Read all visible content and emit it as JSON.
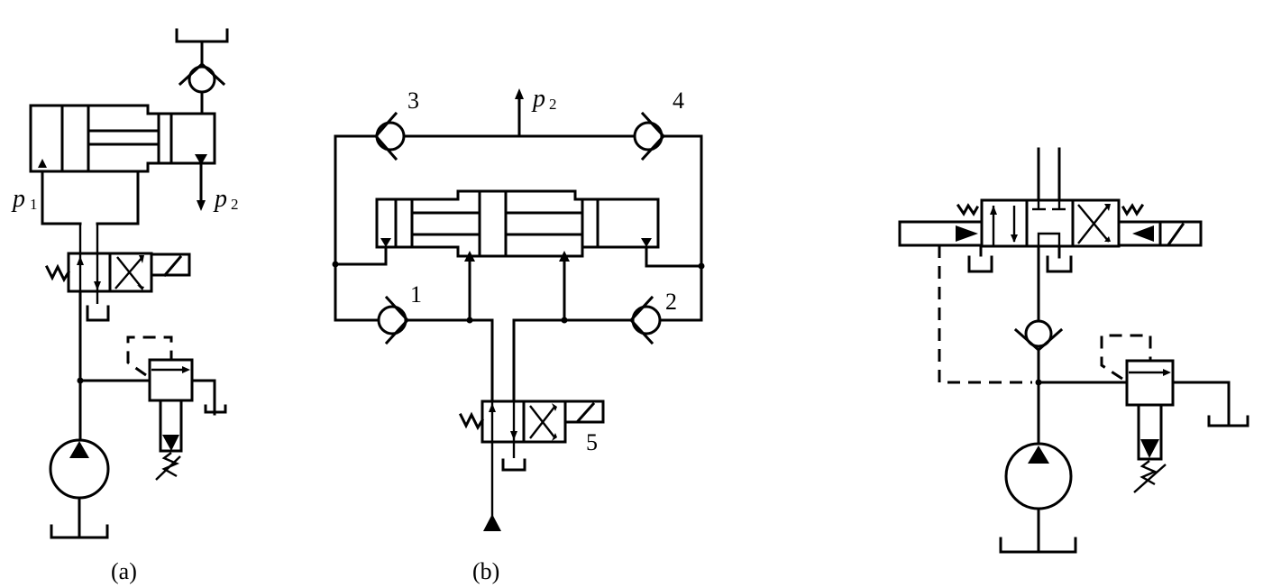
{
  "figure": {
    "panels": [
      {
        "id": "a",
        "caption": "(a)",
        "labels": {
          "p1_main": "p",
          "p1_sub": "1",
          "p2_main": "p",
          "p2_sub": "2"
        },
        "components": [
          "tank",
          "check-valve",
          "intensifier-cylinder",
          "directional-valve-4-2",
          "relief-valve",
          "pump",
          "tank"
        ]
      },
      {
        "id": "b",
        "caption": "(b)",
        "labels": {
          "p2_main": "p",
          "p2_sub": "2",
          "valve_1": "1",
          "valve_2": "2",
          "valve_3": "3",
          "valve_4": "4",
          "valve_5": "5"
        },
        "components": [
          "check-valve-1",
          "check-valve-2",
          "check-valve-3",
          "check-valve-4",
          "double-acting-intensifier",
          "directional-valve-5",
          "pressure-source"
        ]
      },
      {
        "id": "c",
        "caption": "",
        "labels": {},
        "components": [
          "directional-valve-4-3-pilot",
          "check-valve",
          "relief-valve",
          "pump",
          "tank"
        ]
      }
    ]
  }
}
